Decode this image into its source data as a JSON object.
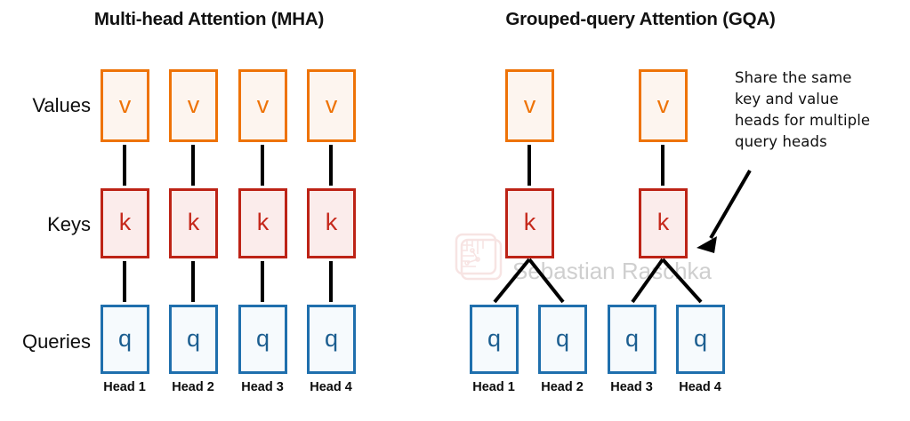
{
  "panels": {
    "mha": {
      "title": "Multi-head Attention (MHA)",
      "row_labels": {
        "values": "Values",
        "keys": "Keys",
        "queries": "Queries"
      },
      "values": [
        "v",
        "v",
        "v",
        "v"
      ],
      "keys": [
        "k",
        "k",
        "k",
        "k"
      ],
      "queries": [
        "q",
        "q",
        "q",
        "q"
      ],
      "heads": [
        "Head 1",
        "Head 2",
        "Head 3",
        "Head 4"
      ]
    },
    "gqa": {
      "title": "Grouped-query Attention (GQA)",
      "values": [
        "v",
        "v"
      ],
      "keys": [
        "k",
        "k"
      ],
      "queries": [
        "q",
        "q",
        "q",
        "q"
      ],
      "heads": [
        "Head 1",
        "Head 2",
        "Head 3",
        "Head 4"
      ]
    }
  },
  "annotation": {
    "lines": [
      "Share the same",
      "key and value",
      "heads for multiple",
      "query heads"
    ]
  },
  "watermark": {
    "text": "Sebastian Raschka"
  },
  "colors": {
    "value_border": "#ee7307",
    "value_fill": "#fdf5ef",
    "key_border": "#bd2316",
    "key_fill": "#fbeceb",
    "query_border": "#1f6fad",
    "query_fill": "#f6fafd",
    "connector": "#000000",
    "title": "#111111",
    "watermark": "#cfcfcf",
    "background": "#ffffff"
  }
}
